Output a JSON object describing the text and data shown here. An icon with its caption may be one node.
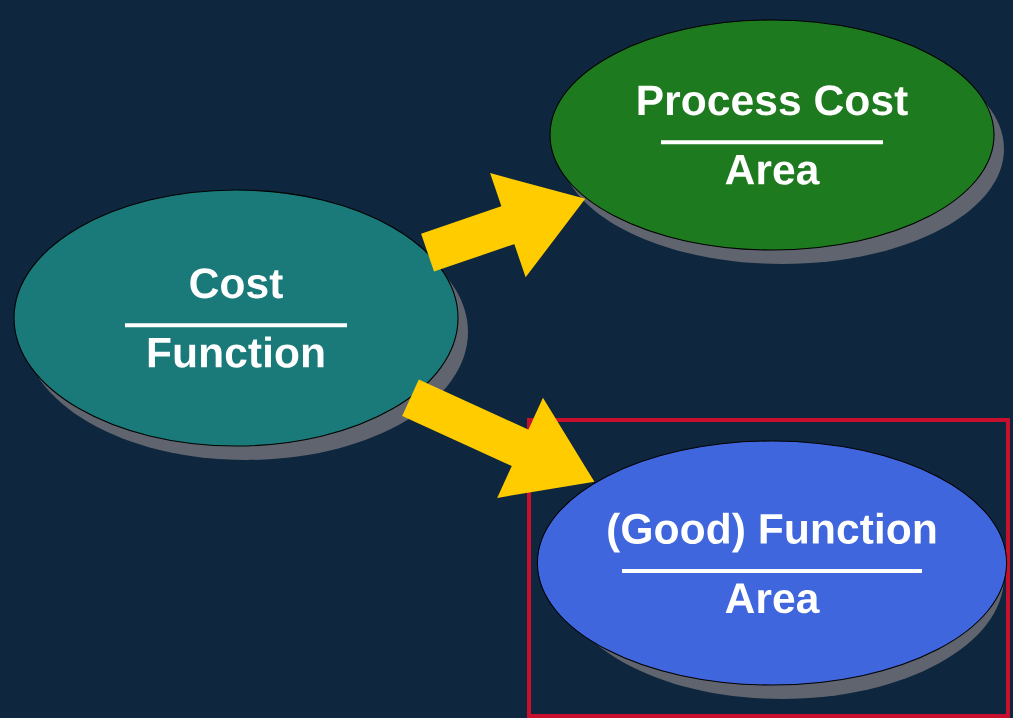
{
  "diagram": {
    "nodes": [
      {
        "text": [
          "Cost",
          "Function"
        ]
      },
      {
        "text": [
          "Process Cost",
          "Area"
        ]
      },
      {
        "text": [],
        "shape": "box"
      },
      {
        "text": [
          "(Good) Function",
          "Area"
        ],
        "in": 2
      }
    ],
    "edges": [
      {
        "from": 0,
        "to": 1,
        "arrow": "to"
      },
      {
        "from": 0,
        "to": 3,
        "arrow": "to"
      }
    ]
  }
}
